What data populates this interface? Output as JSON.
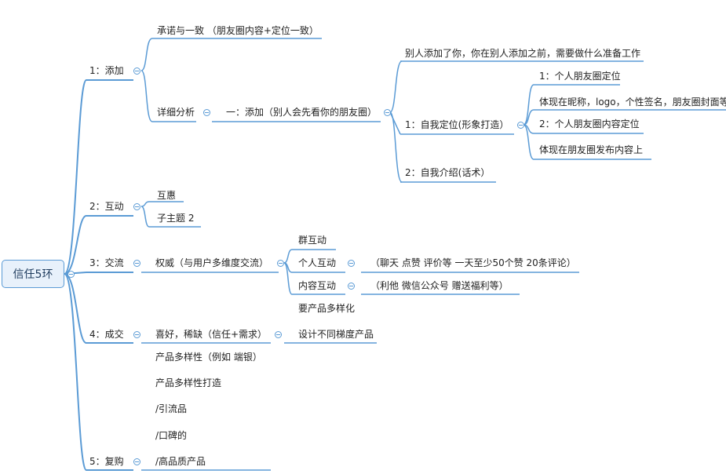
{
  "root": {
    "label": "信任5环"
  },
  "branches": {
    "b1": {
      "label": "1：添加",
      "children": {
        "c1": "承诺与一致 （朋友圈内容+定位一致）",
        "c2": "详细分析",
        "c2_child": "一：添加（别人会先看你的朋友圈）",
        "c3": "别人添加了你，你在别人添加之前，需要做什么准备工作",
        "c4": "1：自我定位(形象打造）",
        "c4_1": "1：个人朋友圈定位",
        "c4_2": "体现在昵称，logo，个性签名，朋友圈封面等",
        "c4_3": "2：个人朋友圈内容定位",
        "c4_4": "体现在朋友圈发布内容上",
        "c5": "2：自我介绍(话术）"
      }
    },
    "b2": {
      "label": "2：互动",
      "children": {
        "c1": "互惠",
        "c2": "子主题 2"
      }
    },
    "b3": {
      "label": "3：交流",
      "children": {
        "c1": "权威（与用户多维度交流）",
        "c1_1": "群互动",
        "c1_2": "个人互动",
        "c1_2_note": "（聊天 点赞 评价等 一天至少50个赞  20条评论）",
        "c1_3": "内容互动",
        "c1_3_note": "（利他   微信公众号   赠送福利等）",
        "c1_4": "要产品多样化"
      }
    },
    "b4": {
      "label": "4：成交",
      "children": {
        "c1": "喜好，稀缺（信任+需求）",
        "c1_1": "设计不同梯度产品",
        "c2": "产品多样性（例如  端银）",
        "c3": "产品多样性打造",
        "c4": "/引流品",
        "c5": "/口碑的"
      }
    },
    "b5": {
      "label": "5：复购",
      "children": {
        "c1": "/高品质产品"
      }
    }
  },
  "colors": {
    "line": "#5b9bd5",
    "text": "#222222",
    "root_fill": "#e8f1fb"
  }
}
